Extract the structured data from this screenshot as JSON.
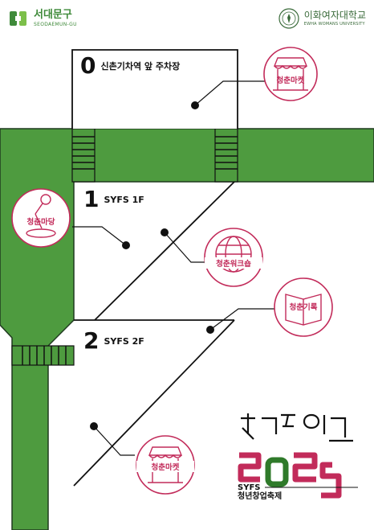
{
  "header": {
    "left_logo": {
      "name": "서대문구",
      "sub": "SEODAEMUN-GU"
    },
    "right_logo": {
      "name": "이화여자대학교",
      "sub": "EWHA WOMANS UNIVERSITY"
    }
  },
  "areas": {
    "area0": {
      "number": "0",
      "label": "신촌기차역 앞 주차장"
    },
    "area1": {
      "number": "1",
      "label": "SYFS 1F"
    },
    "area2": {
      "number": "2",
      "label": "SYFS 2F"
    }
  },
  "booths": {
    "market_top": {
      "label": "청춘마켓",
      "icon": "market-stall-icon"
    },
    "madang": {
      "label": "청춘마당",
      "icon": "microphone-icon"
    },
    "workshop": {
      "label": "청춘워크숍",
      "icon": "globe-icon"
    },
    "record": {
      "label": "청춘기록",
      "icon": "open-book-icon"
    },
    "market_bottom": {
      "label": "청춘마켓",
      "icon": "market-stall-icon"
    }
  },
  "festival": {
    "subtitle_line1": "SYFS",
    "subtitle_line2": "청년창업축제",
    "year": "2025"
  },
  "colors": {
    "green": "#4e9b3f",
    "pink": "#c22b5a",
    "dark_green": "#1f3a1f",
    "outline": "#111111"
  }
}
